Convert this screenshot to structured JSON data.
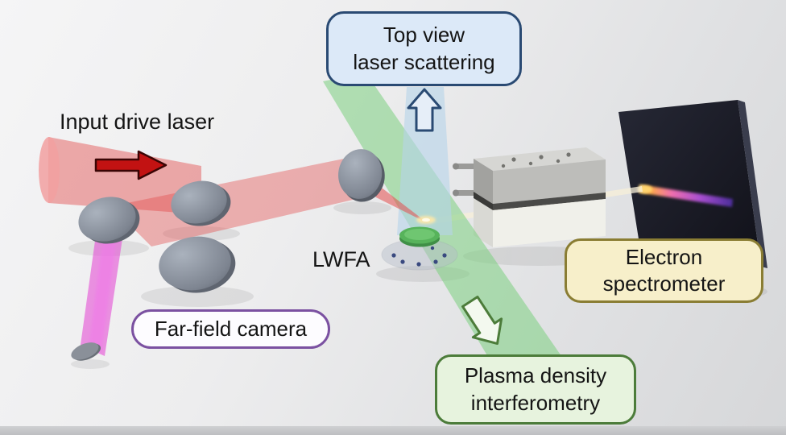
{
  "labels": {
    "input_drive_laser": "Input drive laser",
    "lwfa": "LWFA",
    "top_view_line1": "Top view",
    "top_view_line2": "laser scattering",
    "far_field_camera": "Far-field camera",
    "electron_line1": "Electron",
    "electron_line2": "spectrometer",
    "plasma_line1": "Plasma density",
    "plasma_line2": "interferometry"
  },
  "icons": {
    "drive_laser_direction": "right-arrow",
    "scattering_direction": "up-arrow",
    "interferometry_direction": "down-right-arrow"
  },
  "colors": {
    "top_view_fill": "#dce9f8",
    "top_view_border": "#2a4a73",
    "far_field_fill": "#fdfcff",
    "far_field_border": "#7b51a1",
    "electron_fill": "#f7efca",
    "electron_border": "#8a7d33",
    "plasma_fill": "#e7f3de",
    "plasma_border": "#4c7c3a",
    "red_beam": "#e34c4c",
    "green_beam": "#7ccf7f",
    "blue_beam": "#b5d4ea",
    "magenta_beam": "#e44fd6",
    "red_arrow": "#c21212",
    "screen_fill": "#1b1d27"
  }
}
